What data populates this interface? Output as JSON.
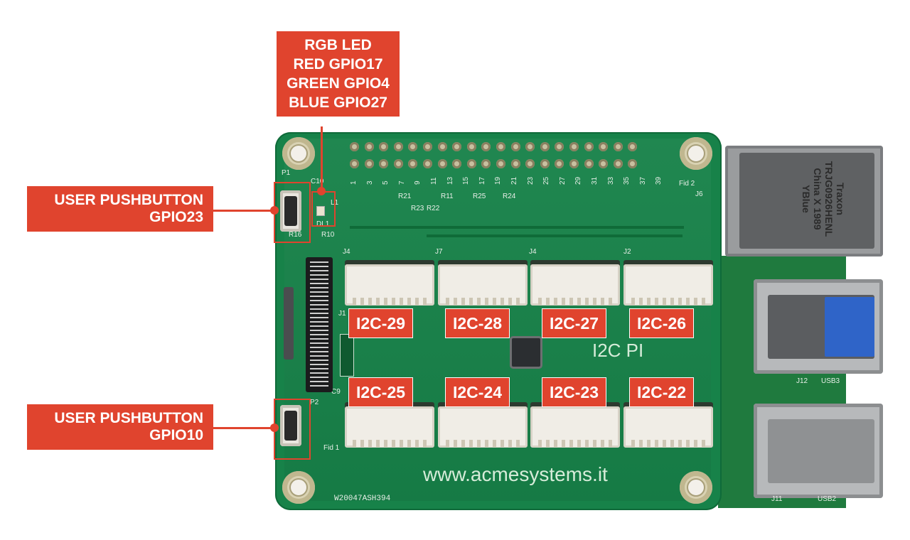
{
  "board": {
    "brand_text": "www.acmesystems.it",
    "name_text": "I2C PI",
    "serial_text": "W20047ASH394",
    "eth_text": "Traxon TRJG0926HENL China X 1989 YBlue",
    "pin_labels": [
      "1",
      "3",
      "5",
      "7",
      "9",
      "11",
      "13",
      "15",
      "17",
      "19",
      "21",
      "23",
      "25",
      "27",
      "29",
      "31",
      "33",
      "35",
      "37",
      "39"
    ],
    "silk": {
      "p1": "P1",
      "c10": "C10",
      "l1": "L1",
      "dl1": "DL1",
      "r16": "R16",
      "r10": "R10",
      "r21": "R21",
      "r11": "R11",
      "r23": "R23",
      "r22": "R22",
      "r25": "R25",
      "r24": "R24",
      "fid2": "Fid 2",
      "j6": "J6",
      "j4": "J4",
      "j7": "J7",
      "j4b": "J4",
      "j2": "J2",
      "j1": "J1",
      "p2": "P2",
      "fid1": "Fid 1",
      "c9": "C9",
      "usb3": "USB3",
      "usb2": "USB2",
      "j12": "J12",
      "j11": "J11"
    }
  },
  "callouts": {
    "rgb_led": [
      "RGB LED",
      "RED GPIO17",
      "GREEN GPIO4",
      "BLUE GPIO27"
    ],
    "button_top": [
      "USER PUSHBUTTON",
      "GPIO23"
    ],
    "button_bottom": [
      "USER PUSHBUTTON",
      "GPIO10"
    ]
  },
  "i2c_ports": {
    "top": [
      "I2C-29",
      "I2C-28",
      "I2C-27",
      "I2C-26"
    ],
    "bottom": [
      "I2C-25",
      "I2C-24",
      "I2C-23",
      "I2C-22"
    ]
  },
  "colors": {
    "callout_red": "#e0442e",
    "pcb_green": "#178249",
    "background": "#ffffff"
  }
}
